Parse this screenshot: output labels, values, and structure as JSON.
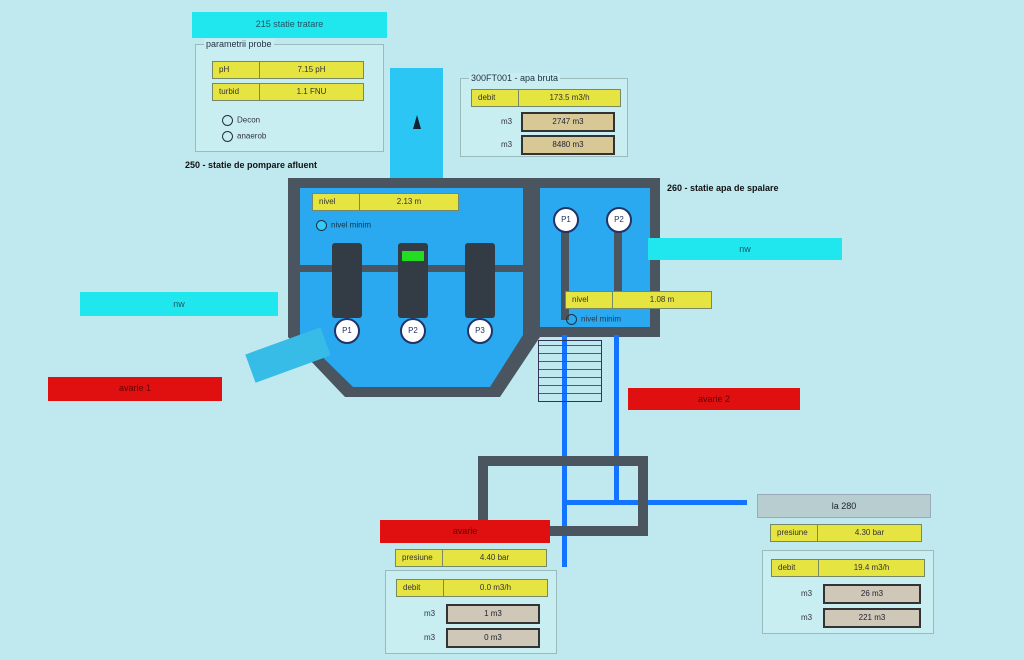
{
  "header": {
    "title": "215 statie tratare"
  },
  "probe": {
    "title": "parametrii probe",
    "rows": [
      {
        "k": "pH",
        "v": "7.15 pH"
      },
      {
        "k": "turbid",
        "v": "1.1 FNU"
      }
    ],
    "radios": [
      "Decon",
      "anaerob"
    ]
  },
  "debit_panel": {
    "title": "300FT001 - apa bruta",
    "debit": {
      "k": "debit",
      "v": "173.5 m3/h"
    },
    "tot1": {
      "k": "m3",
      "v": "2747 m3"
    },
    "tot2": {
      "k": "m3",
      "v": "8480 m3"
    }
  },
  "station1": {
    "title": "250 - statie de pompare afluent",
    "level": {
      "k": "nivel",
      "v": "2.13 m"
    },
    "min": "nivel minim",
    "pumps": [
      "P1",
      "P2",
      "P3"
    ]
  },
  "station2": {
    "title": "260 - statie apa de spalare",
    "level": {
      "k": "nivel",
      "v": "1.08 m"
    },
    "min": "nivel minim",
    "pumps": [
      "P1",
      "P2"
    ]
  },
  "bars": {
    "right_cyan": "nw",
    "left_cyan": "nw",
    "red_left": "avarie 1",
    "red_right": "avarie 2",
    "red_bottom": "avarie",
    "gray_right": "la 280"
  },
  "bottom_left": {
    "pressure": {
      "k": "presiune",
      "v": "4.40 bar"
    },
    "debit": {
      "k": "debit",
      "v": "0.0 m3/h"
    },
    "tot1": {
      "k": "m3",
      "v": "1 m3"
    },
    "tot2": {
      "k": "m3",
      "v": "0 m3"
    }
  },
  "bottom_right": {
    "pressure": {
      "k": "presiune",
      "v": "4.30 bar"
    },
    "debit": {
      "k": "debit",
      "v": "19.4 m3/h"
    },
    "tot1": {
      "k": "m3",
      "v": "26 m3"
    },
    "tot2": {
      "k": "m3",
      "v": "221 m3"
    }
  }
}
